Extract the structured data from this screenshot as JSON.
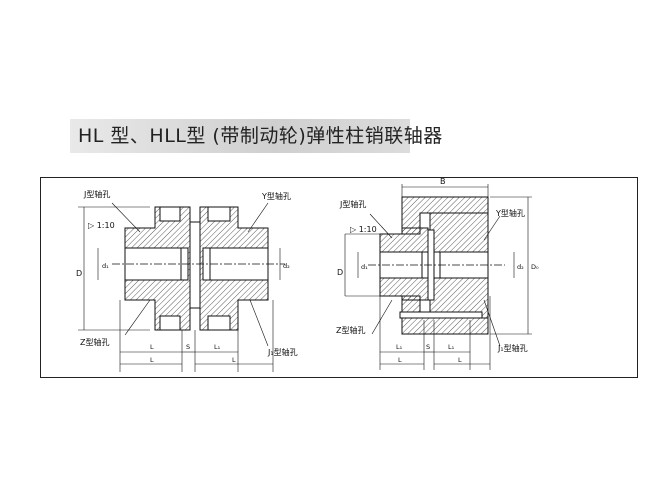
{
  "title": "HL 型、HLL型 (带制动轮)弹性柱销联轴器",
  "left_figure": {
    "label_j_bore": "J型轴孔",
    "label_y_bore": "Y型轴孔",
    "label_z_bore": "Z型轴孔",
    "label_j1_bore": "J₁型轴孔",
    "taper": "▷ 1:10",
    "dim_D": "D",
    "dim_d1": "d₁",
    "dim_d2": "d₂",
    "dim_L": "L",
    "dim_L1": "L₁",
    "dim_S": "S"
  },
  "right_figure": {
    "label_j_bore": "J型轴孔",
    "label_y_bore": "Y型轴孔",
    "label_z_bore": "Z型轴孔",
    "label_j1_bore": "J₁型轴孔",
    "taper": "▷ 1:10",
    "dim_B": "B",
    "dim_D": "D",
    "dim_D0": "D₀",
    "dim_d1": "d₁",
    "dim_d2": "d₂",
    "dim_L": "L",
    "dim_L1": "L₁",
    "dim_S": "S"
  }
}
